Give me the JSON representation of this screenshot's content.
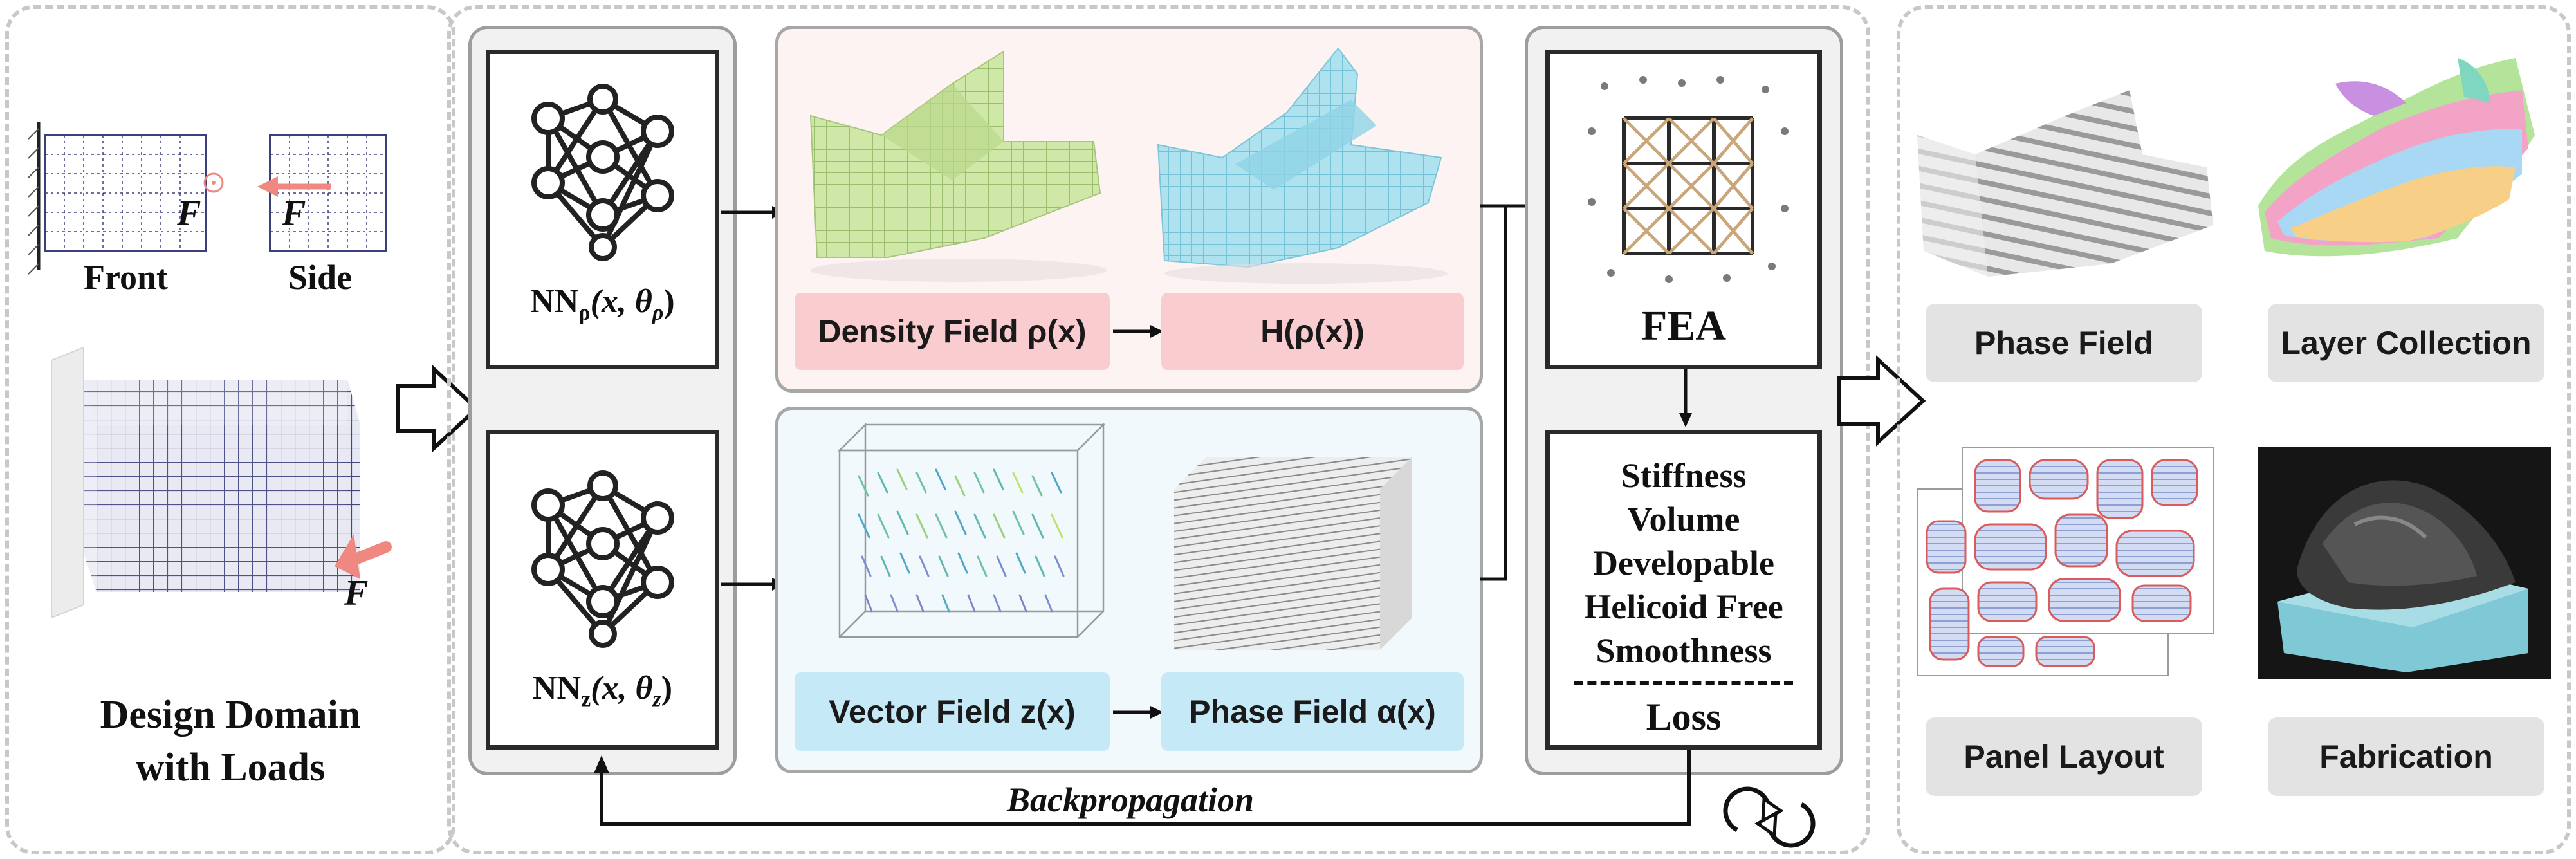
{
  "panel1": {
    "front_label": "Front",
    "side_label": "Side",
    "force_letter": "F",
    "title_line1": "Design Domain",
    "title_line2": "with Loads"
  },
  "networks": {
    "density_main": "NN",
    "density_sub": "ρ",
    "density_args": "(x, θ",
    "density_args_sub": "ρ",
    "density_close": ")",
    "vector_main": "NN",
    "vector_sub": "z",
    "vector_args": "(x, θ",
    "vector_args_sub": "z",
    "vector_close": ")"
  },
  "fields": {
    "density_field": "Density Field ρ(x)",
    "heaviside": "H(ρ(x))",
    "vector_field": "Vector Field z(x)",
    "phase_field": "Phase Field α(x)"
  },
  "fea": {
    "title": "FEA",
    "loss_items": [
      "Stiffness",
      "Volume",
      "Developable",
      "Helicoid Free",
      "Smoothness"
    ],
    "loss_label": "Loss"
  },
  "backprop_label": "Backpropagation",
  "outputs": {
    "phase_field": "Phase Field",
    "layer_collection": "Layer Collection",
    "panel_layout": "Panel Layout",
    "fabrication": "Fabrication"
  },
  "colors": {
    "pink_label": "#f9cccf",
    "blue_label": "#c6e9f7",
    "pink_bg": "#fdf3f3",
    "blue_bg": "#f1f9fd",
    "grey_pill": "#e3e3e3",
    "force_arrow": "#ef8880",
    "mesh_blue": "#3b3f7a"
  }
}
